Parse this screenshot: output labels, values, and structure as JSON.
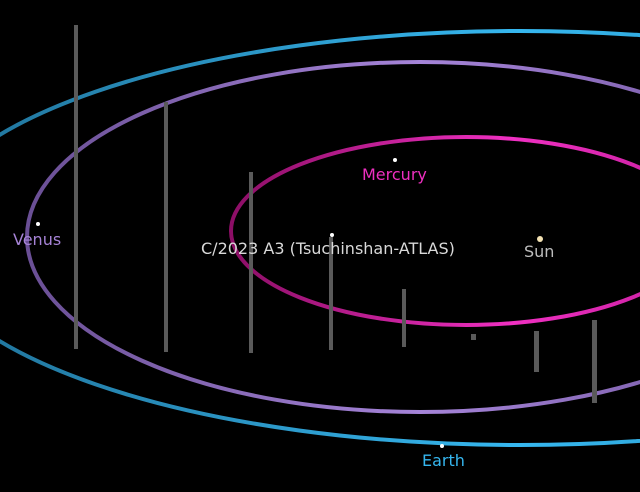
{
  "scene": {
    "background": "#000000",
    "labels": {
      "venus": "Venus",
      "mercury": "Mercury",
      "comet": "C/2023 A3 (Tsuchinshan-ATLAS)",
      "sun": "Sun",
      "earth": "Earth"
    },
    "colors": {
      "earth": "#35b6ef",
      "venus": "#a683d6",
      "mercury": "#ee2fc0",
      "comet_label": "#d9d9d9",
      "sun": "#f3e2b3",
      "sun_label": "#bdbdbd",
      "drop_line": "#5a5a5a"
    }
  }
}
